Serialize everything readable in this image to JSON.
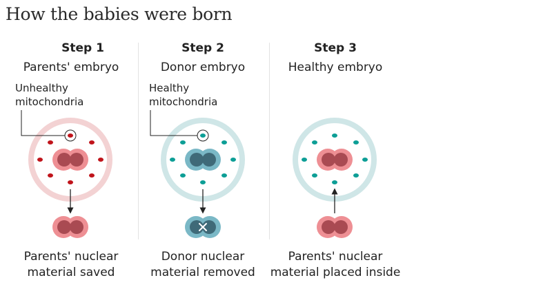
{
  "title": "How the babies were born",
  "colors": {
    "red_mito": "#c0141b",
    "teal_mito": "#0d9e96",
    "parent_ring": "#f3d2d3",
    "donor_ring": "#cfe6e7",
    "parent_nucleus_outer": "#ee8f94",
    "parent_nucleus_inner": "#a94a52",
    "donor_nucleus_outer": "#7ab8c6",
    "donor_nucleus_inner": "#3f6a78",
    "arrow": "#222222",
    "divider": "#e2e2e2"
  },
  "steps": [
    {
      "step_label": "Step 1",
      "embryo_label": "Parents' embryo",
      "mito_label_line1": "Unhealthy",
      "mito_label_line2": "mitochondria",
      "caption_line1": "Parents' nuclear",
      "caption_line2": "material saved"
    },
    {
      "step_label": "Step 2",
      "embryo_label": "Donor embryo",
      "mito_label_line1": "Healthy",
      "mito_label_line2": "mitochondria",
      "caption_line1": "Donor nuclear",
      "caption_line2": "material removed"
    },
    {
      "step_label": "Step 3",
      "embryo_label": "Healthy embryo",
      "caption_line1": "Parents' nuclear",
      "caption_line2": "material placed inside"
    }
  ]
}
